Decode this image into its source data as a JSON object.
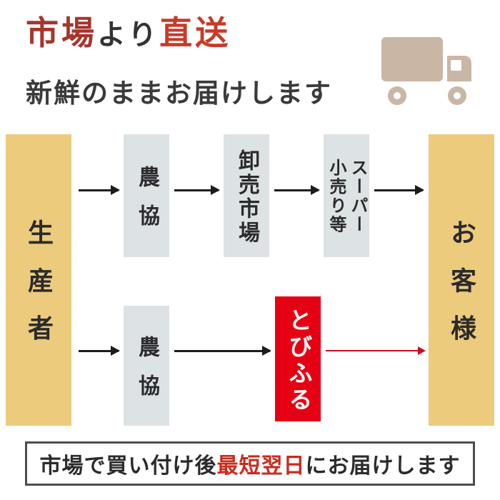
{
  "header": {
    "title_market": "市場",
    "title_yori": "より",
    "title_chokusou": "直送",
    "subtitle": "新鮮のままお届けします"
  },
  "diagram": {
    "producer": "生産者",
    "customer": "お客様",
    "coop_top": "農協",
    "wholesale_market": "卸売市場",
    "retail_line1": "スーパー",
    "retail_line2": "小売り等",
    "coop_bottom": "農協",
    "tobifuru": "とびふる"
  },
  "footer": {
    "text_before": "市場で買い付け後",
    "text_highlight": "最短翌日",
    "text_after": "にお届けします"
  },
  "icons": {
    "truck": "delivery-truck-icon"
  },
  "colors": {
    "title_dark_red": "#a6352c",
    "title_red": "#c63b28",
    "highlight_red": "#c92a1e",
    "box_red": "#e60013",
    "arrow_red": "#d20a1e",
    "bar_gold": "#eccb7d",
    "box_gray": "#dde2e4",
    "truck_tan": "#c9b6a4",
    "text_dark": "#2b2b2b"
  }
}
